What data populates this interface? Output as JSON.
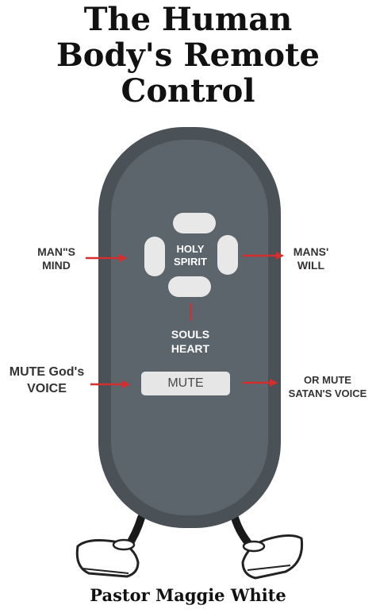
{
  "cover": {
    "title_lines": [
      "The Human",
      "Body's Remote",
      "Control"
    ],
    "author": "Pastor Maggie White"
  },
  "remote": {
    "center_label": [
      "HOLY",
      "SPIRIT"
    ],
    "below_label": [
      "SOULS",
      "HEART"
    ],
    "mute_button": "MUTE",
    "body_color": "#4a5157",
    "face_color": "#5c656c",
    "pad_color": "#e8e8e8"
  },
  "callouts": {
    "left_top": [
      "MAN\"S",
      "MIND"
    ],
    "right_top": [
      "MANS'",
      "WILL"
    ],
    "left_bottom": [
      "MUTE God's",
      "VOICE"
    ],
    "right_bottom": [
      "OR MUTE",
      "SATAN'S VOICE"
    ],
    "arrow_color": "#d42e2e"
  }
}
